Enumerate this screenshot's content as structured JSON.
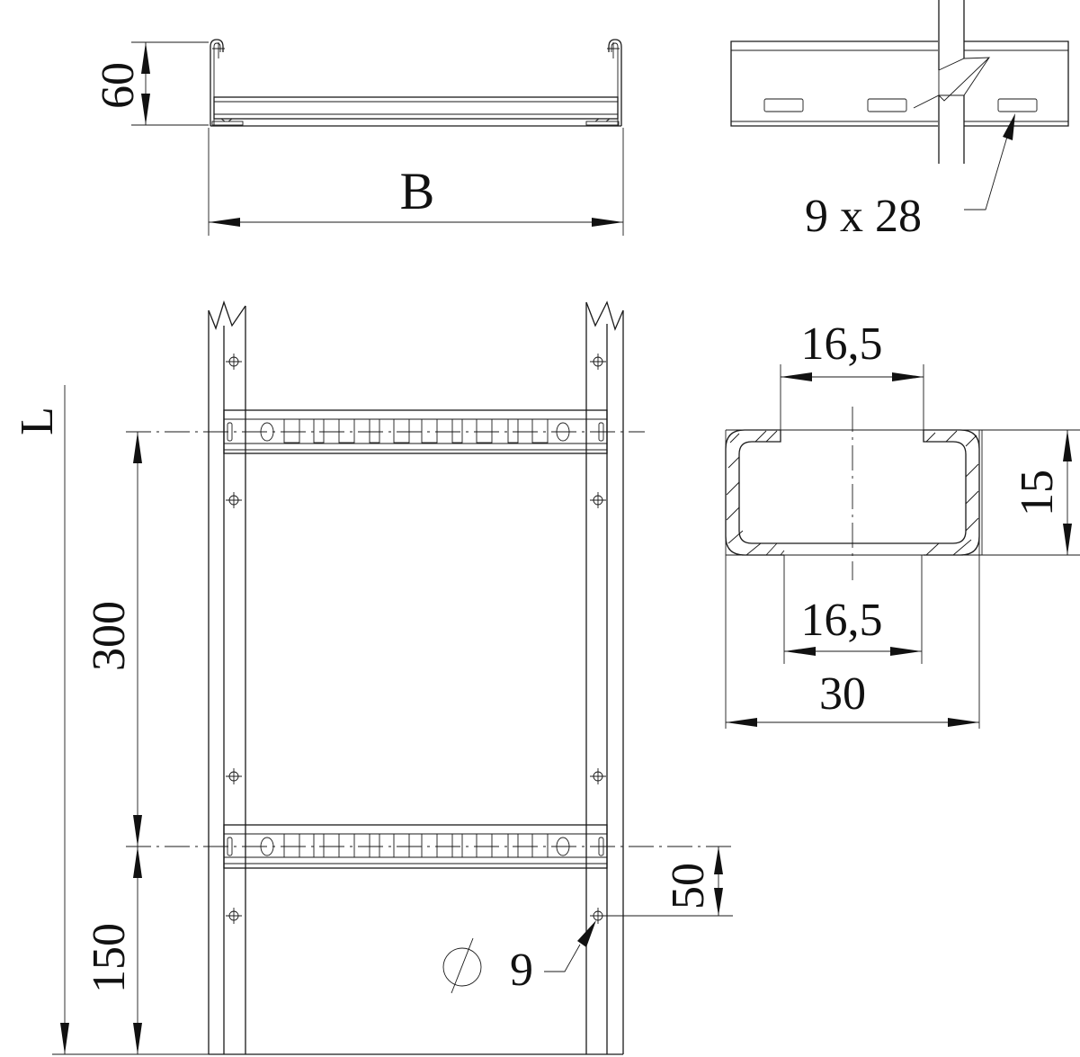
{
  "drawing": {
    "title": "Cable ladder technical drawing",
    "views": {
      "front_section": {
        "height_label": "60",
        "width_label": "B"
      },
      "side_rail": {
        "slot_label": "9 x 28"
      },
      "plan_view": {
        "length_label": "L",
        "rung_spacing_label": "300",
        "end_offset_label": "150",
        "hole_offset_label": "50",
        "hole_diameter_symbol": "∅",
        "hole_diameter_label": "9"
      },
      "rung_cross_section": {
        "top_opening_label": "16,5",
        "bottom_opening_label": "16,5",
        "width_label": "30",
        "height_label": "15"
      }
    },
    "colors": {
      "line": "#1a1a1a",
      "background": "#ffffff"
    }
  }
}
